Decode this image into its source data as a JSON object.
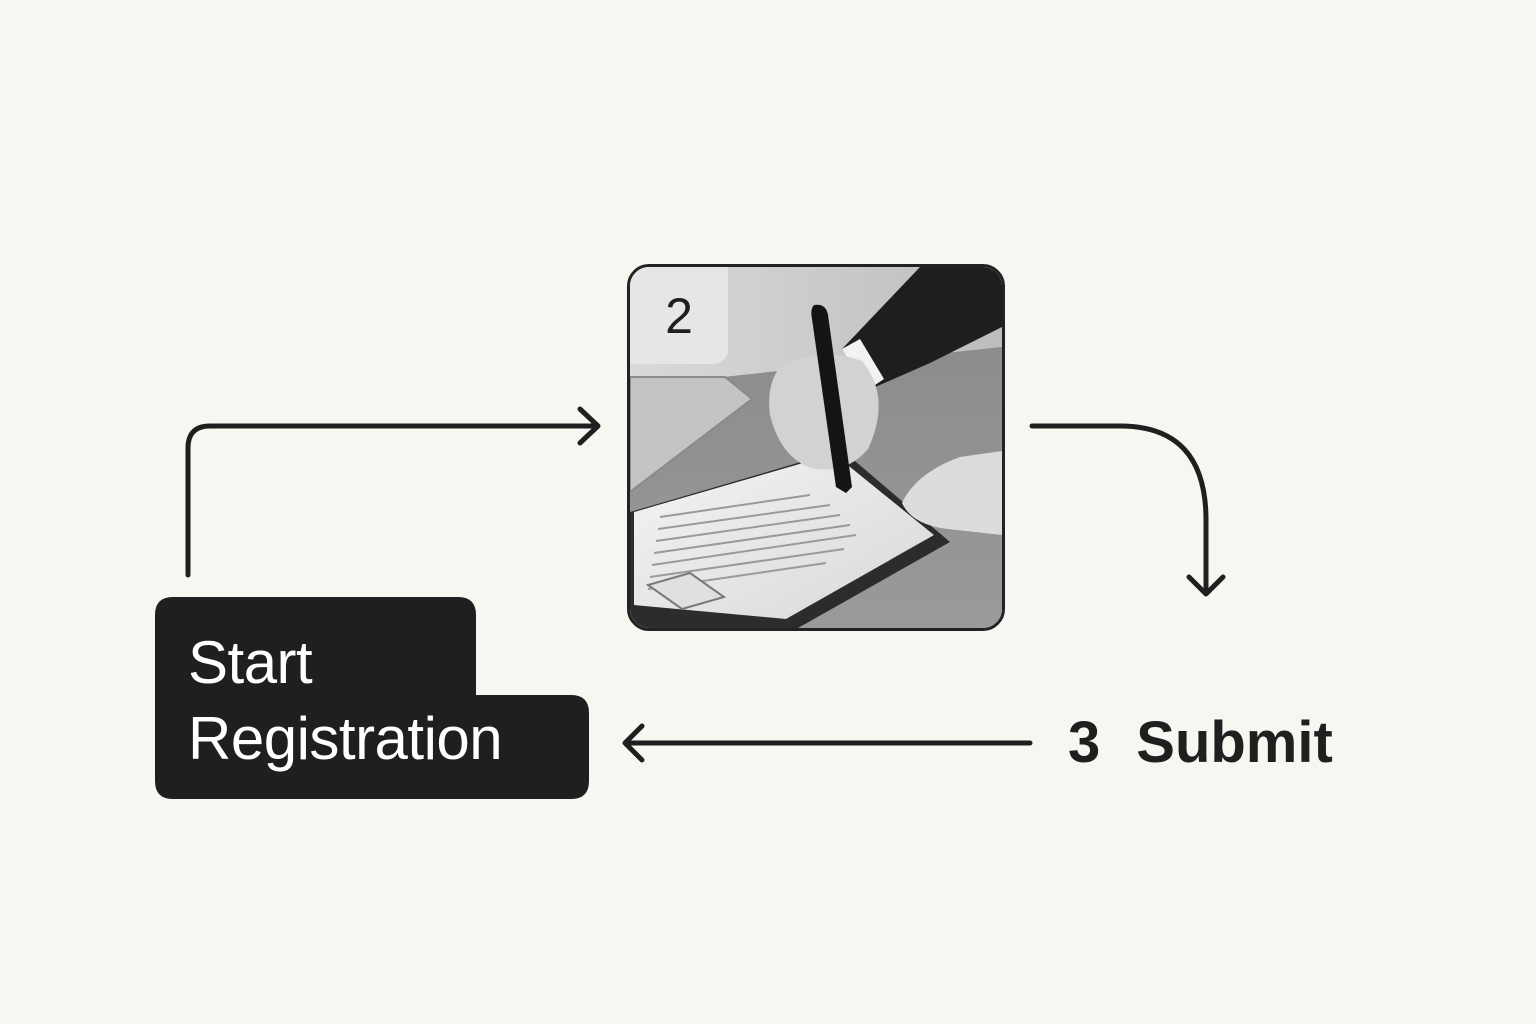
{
  "colors": {
    "background": "#f8f6f1",
    "ink": "#1f1f1f",
    "label_text": "#ffffff",
    "badge_bg": "#e6e6e6"
  },
  "steps": [
    {
      "lines": [
        "Start",
        "Registration"
      ]
    },
    {
      "number": "2"
    },
    {
      "number": "3",
      "label": "Submit"
    }
  ],
  "photo": {
    "subject": "hand-signing-document-photo"
  }
}
